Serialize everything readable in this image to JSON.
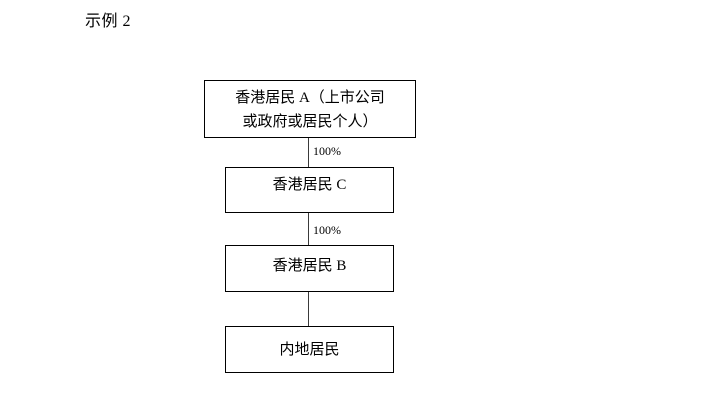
{
  "page": {
    "title": "示例 2"
  },
  "diagram": {
    "nodes": [
      {
        "id": "node-a",
        "label": "香港居民 A（上市公司\n或政府或居民个人）"
      },
      {
        "id": "node-c",
        "label": "香港居民 C"
      },
      {
        "id": "node-b",
        "label": "香港居民 B"
      },
      {
        "id": "node-mainland",
        "label": "内地居民"
      }
    ],
    "edges": [
      {
        "from": "node-a",
        "to": "node-c",
        "label": "100%"
      },
      {
        "from": "node-c",
        "to": "node-b",
        "label": "100%"
      },
      {
        "from": "node-b",
        "to": "node-mainland",
        "label": ""
      }
    ]
  },
  "colors": {
    "background": "#ffffff",
    "box_border": "#000000",
    "text": "#000000",
    "connector": "#3a3a3a"
  }
}
